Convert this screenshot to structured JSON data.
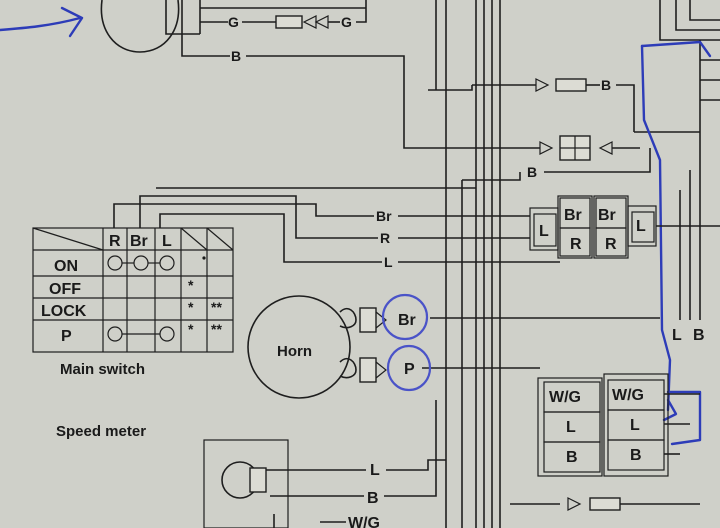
{
  "wire_labels": {
    "g_top_left": "G",
    "g_top_right": "G",
    "b_top": "B",
    "b_right_top": "B",
    "b_mid": "B",
    "br_main": "Br",
    "r_main": "R",
    "l_main": "L",
    "br_horn": "Br",
    "p_horn": "P",
    "l_speed": "L",
    "b_speed": "B",
    "wg_speed": "W/G",
    "l_right_edge": "L",
    "b_right_edge": "B"
  },
  "connector_right": {
    "cells": [
      "L",
      "Br",
      "Br",
      "L",
      "R",
      "R"
    ]
  },
  "main_switch": {
    "title": "Main switch",
    "headers": [
      "R",
      "Br",
      "L"
    ],
    "rows": [
      "ON",
      "OFF",
      "LOCK",
      "P"
    ],
    "marks": [
      "*",
      "*",
      "**",
      "*",
      "**"
    ]
  },
  "horn": {
    "label": "Horn"
  },
  "speed_meter": {
    "label": "Speed meter"
  },
  "wg_connector": {
    "left": [
      "W/G",
      "L",
      "B"
    ],
    "right": [
      "W/G",
      "L",
      "B"
    ]
  },
  "colors": {
    "paper": "#cfd0c9",
    "ink": "#1e1e1e",
    "pen": "#2d3cb8"
  }
}
